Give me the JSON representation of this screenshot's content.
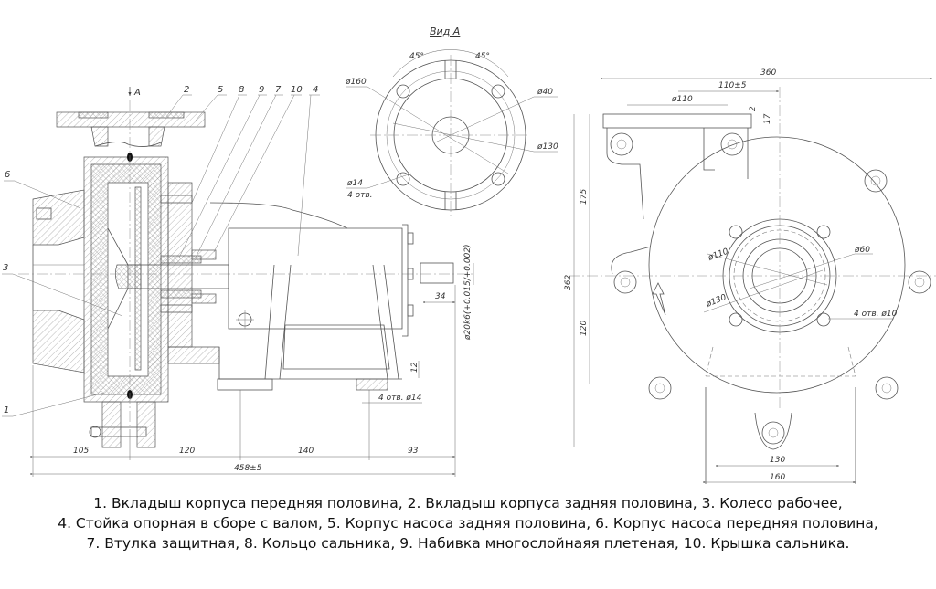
{
  "drawing": {
    "section_view": {
      "view_marker": "A",
      "part_labels": [
        "2",
        "5",
        "8",
        "9",
        "7",
        "10",
        "4",
        "6",
        "3",
        "1"
      ],
      "dimensions": {
        "d105": "105",
        "d120": "120",
        "d140": "140",
        "d93": "93",
        "overall": "458±5",
        "shaft_len": "34",
        "shaft_dia": "ø20k6(+0.015/+0.002)",
        "foot_h": "12",
        "foot_holes": "4 отв. ø14"
      }
    },
    "view_a": {
      "title": "Вид А",
      "angle_left": "45°",
      "angle_right": "45°",
      "d160": "ø160",
      "d40": "ø40",
      "d130": "ø130",
      "holes_dia": "ø14",
      "holes_count": "4 отв."
    },
    "front_view": {
      "width_total": "360",
      "offset": "110±5",
      "flange_dia": "ø110",
      "d2": "2",
      "d17": "17",
      "h175": "175",
      "h362": "362",
      "h120": "120",
      "inner_d110": "ø110",
      "inner_d60": "ø60",
      "inner_d130": "ø130",
      "holes": "4 отв. ø10",
      "base130": "130",
      "base160": "160"
    }
  },
  "caption": {
    "lines": [
      "1. Вкладыш корпуса передняя половина, 2. Вкладыш корпуса задняя половина, 3. Колесо рабочее,",
      "4. Стойка опорная в сборе с валом, 5. Корпус насоса задняя половина, 6. Корпус насоса передняя половина,",
      "7. Втулка защитная, 8. Кольцо сальника, 9. Набивка многослойнаяя плетеная, 10. Крышка сальника."
    ]
  }
}
